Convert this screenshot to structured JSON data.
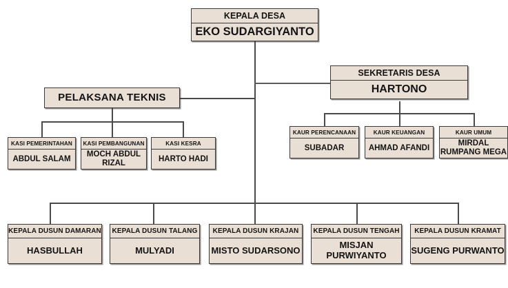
{
  "colors": {
    "box_fill": "#eadfd5",
    "box_border": "#3c3a38",
    "line": "#4a4a4a",
    "text": "#131313",
    "background": "#ffffff"
  },
  "head": {
    "title": "KEPALA DESA",
    "person": "EKO SUDARGIYANTO"
  },
  "secretary": {
    "title": "SEKRETARIS DESA",
    "person": "HARTONO"
  },
  "technical_unit": {
    "title": "PELAKSANA TEKNIS"
  },
  "kasi": [
    {
      "title": "KASI PEMERINTAHAN",
      "person": "ABDUL SALAM"
    },
    {
      "title": "KASI PEMBANGUNAN",
      "person": "MOCH ABDUL RIZAL"
    },
    {
      "title": "KASI KESRA",
      "person": "HARTO HADI"
    }
  ],
  "kaur": [
    {
      "title": "KAUR PERENCANAAN",
      "person": "SUBADAR"
    },
    {
      "title": "KAUR KEUANGAN",
      "person": "AHMAD AFANDI"
    },
    {
      "title": "KAUR UMUM",
      "person": "MIRDAL RUMPANG MEGA"
    }
  ],
  "dusun": [
    {
      "title": "KEPALA DUSUN DAMARAN",
      "person": "HASBULLAH"
    },
    {
      "title": "KEPALA DUSUN TALANG",
      "person": "MULYADI"
    },
    {
      "title": "KEPALA DUSUN KRAJAN",
      "person": "MISTO SUDARSONO"
    },
    {
      "title": "KEPALA DUSUN TENGAH",
      "person": "MISJAN PURWIYANTO"
    },
    {
      "title": "KEPALA DUSUN KRAMAT",
      "person": "SUGENG PURWANTO"
    }
  ]
}
